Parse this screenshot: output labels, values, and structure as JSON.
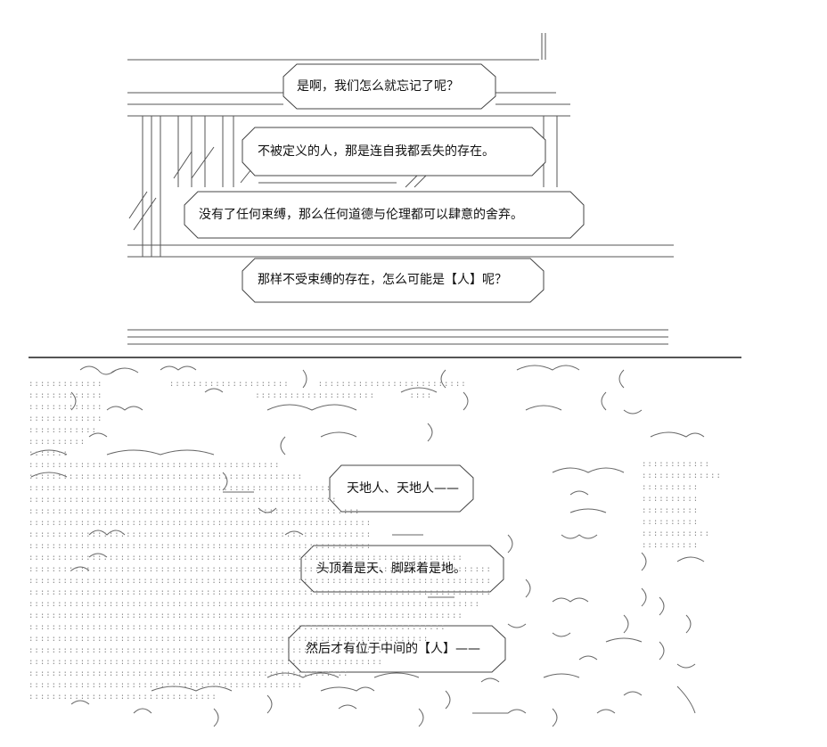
{
  "scene": {
    "upper_panel": {
      "bubbles": [
        {
          "text": "是啊，我们怎么就忘记了呢？"
        },
        {
          "text": "不被定义的人，那是连自我都丢失的存在。"
        },
        {
          "text": "没有了任何束缚，那么任何道德与伦理都可以肆意的舍弃。"
        },
        {
          "text": "那样不受束缚的存在，怎么可能是【人】呢？"
        }
      ]
    },
    "lower_panel": {
      "bubbles": [
        {
          "text": "天地人、天地人——"
        },
        {
          "text": "头顶着是天、脚踩着是地。"
        },
        {
          "text": "然后才有位于中间的【人】——"
        }
      ]
    }
  }
}
